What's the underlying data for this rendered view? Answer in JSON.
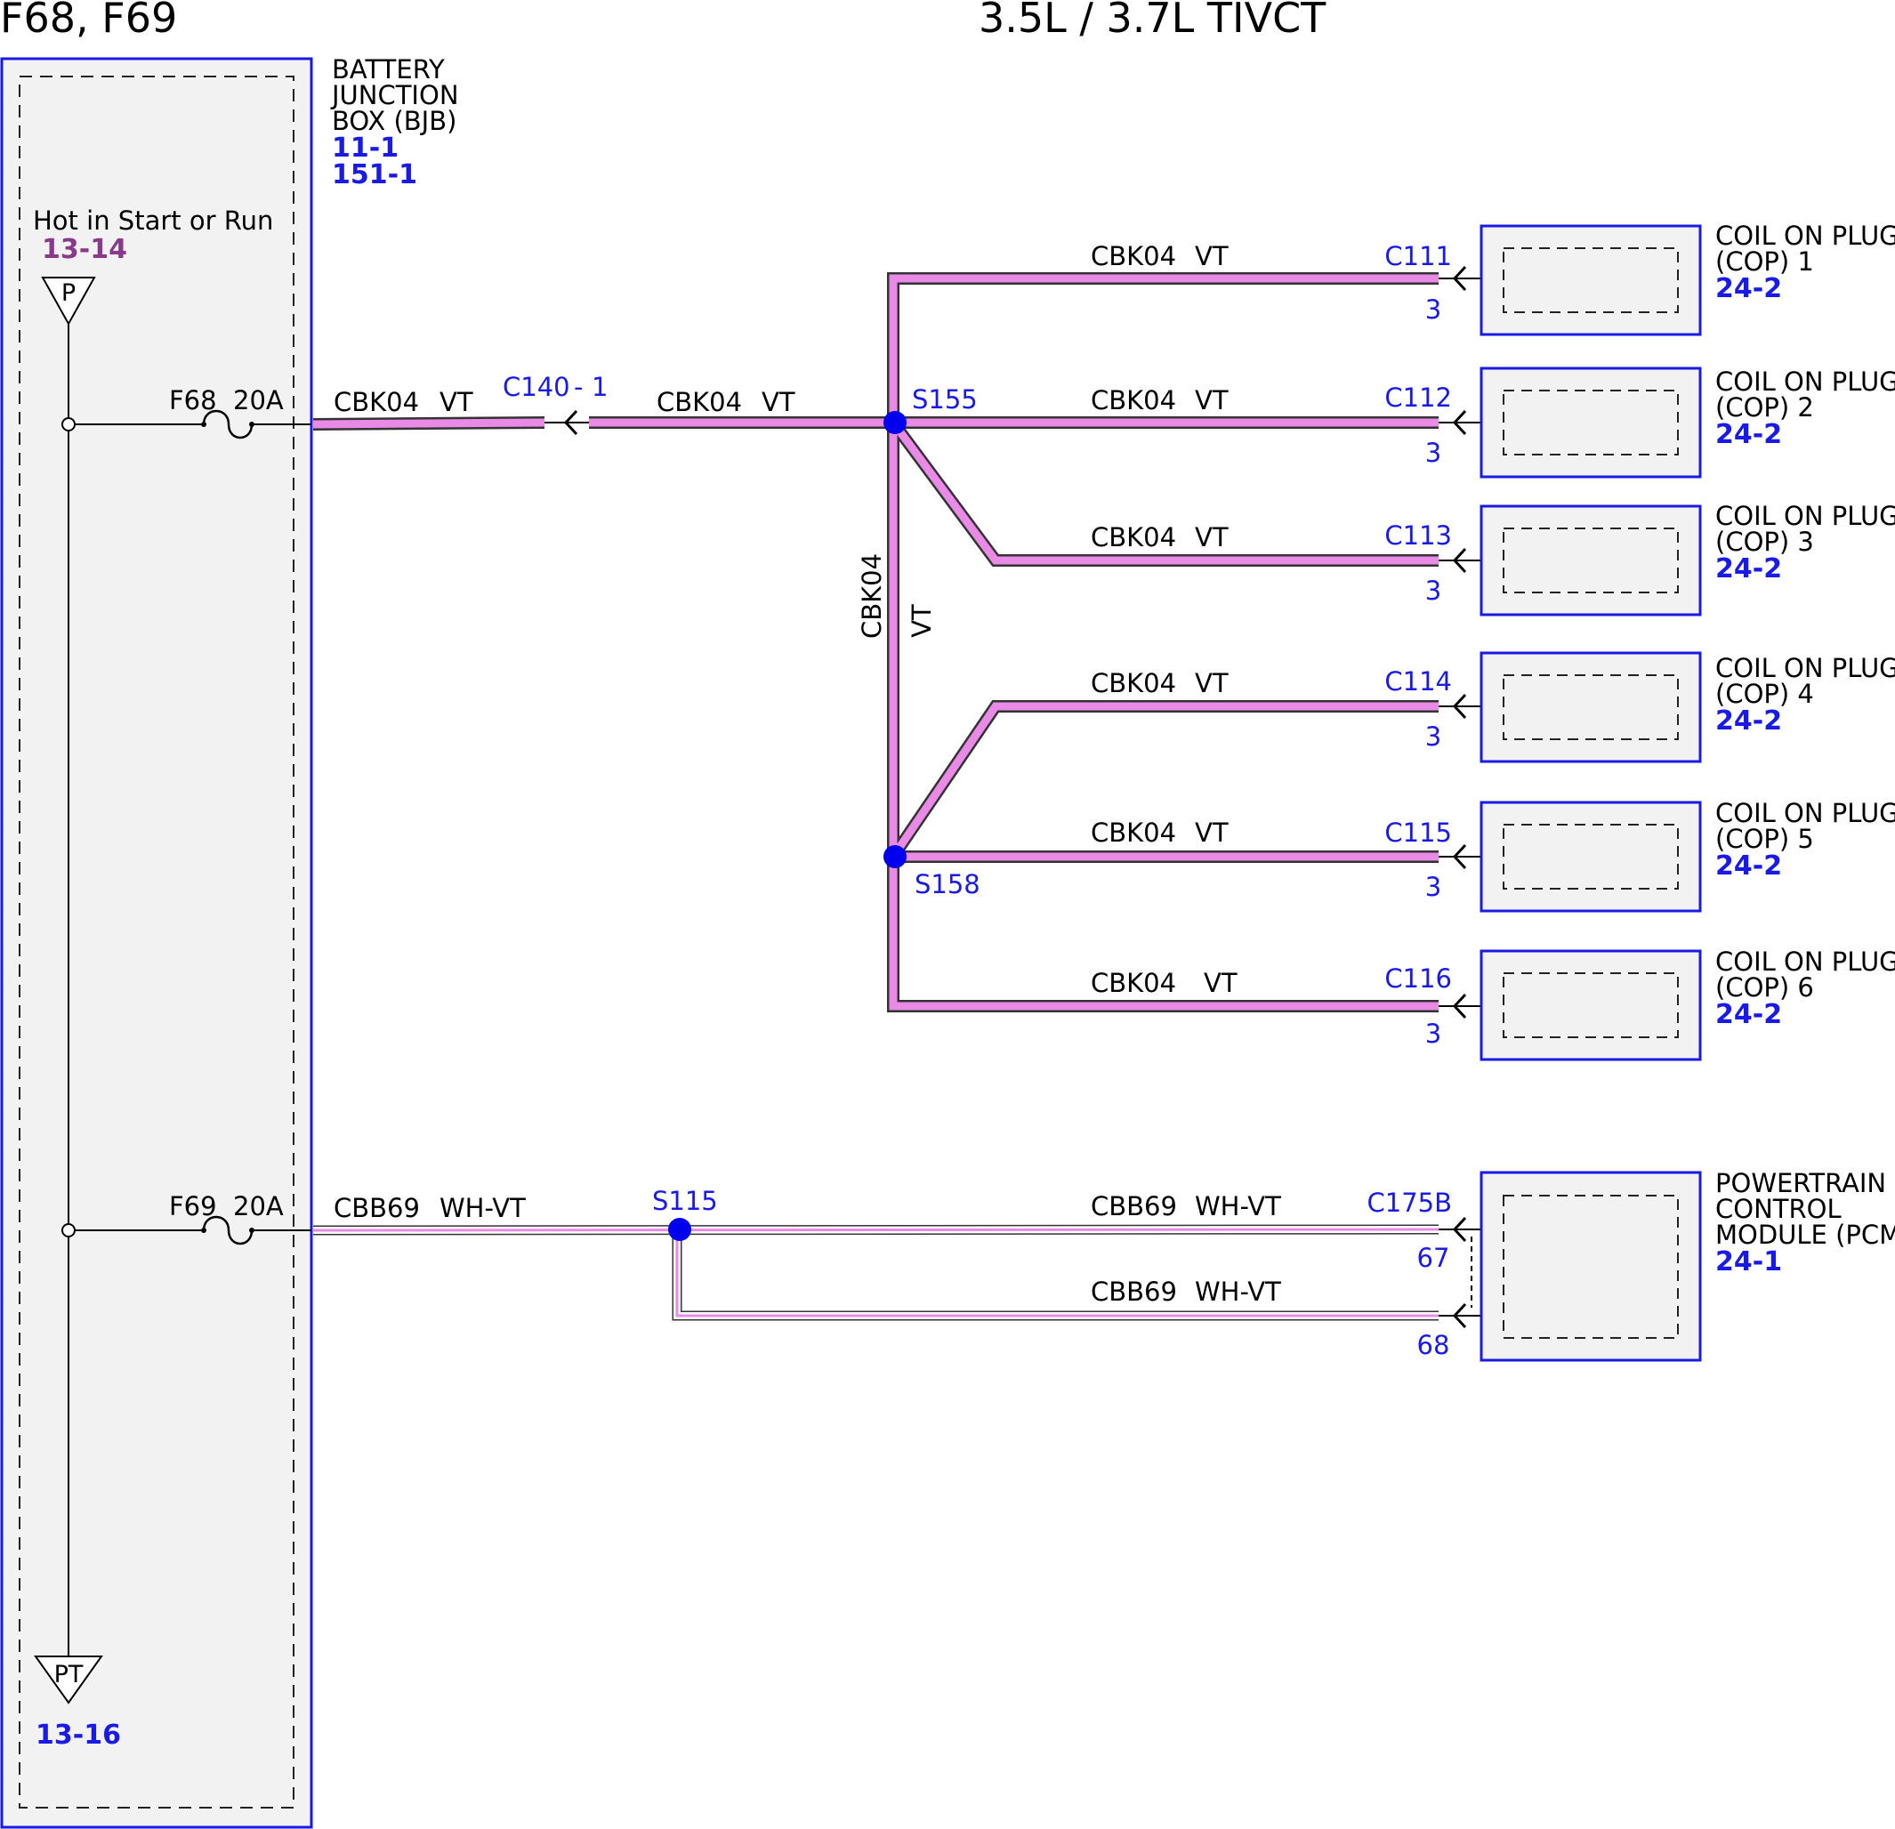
{
  "header": {
    "left_title": "F68, F69",
    "center_title": "3.5L / 3.7L TIVCT"
  },
  "bjb": {
    "name_lines": [
      "BATTERY",
      "JUNCTION",
      "BOX (BJB)"
    ],
    "refs": [
      "11-1",
      "151-1"
    ],
    "hot_label": "Hot in Start or Run",
    "hot_ref": "13-14",
    "top_symbol": "P",
    "bottom_symbol": "PT",
    "bottom_ref": "13-16",
    "fuses": [
      {
        "id": "F68",
        "rating": "20A"
      },
      {
        "id": "F69",
        "rating": "20A"
      }
    ]
  },
  "circuits": {
    "cbk04": "CBK04",
    "vt": "VT",
    "cbb69": "CBB69",
    "whvt": "WH-VT"
  },
  "connectors": {
    "c140": "C140",
    "c140_dash": "-",
    "c140_pin": "1"
  },
  "splices": {
    "s155": "S155",
    "s158": "S158",
    "s115": "S115"
  },
  "coils": [
    {
      "connector": "C111",
      "pin": "3",
      "name1": "COIL ON PLUG",
      "name2": "(COP) 1",
      "ref": "24-2"
    },
    {
      "connector": "C112",
      "pin": "3",
      "name1": "COIL ON PLUG",
      "name2": "(COP) 2",
      "ref": "24-2"
    },
    {
      "connector": "C113",
      "pin": "3",
      "name1": "COIL ON PLUG",
      "name2": "(COP) 3",
      "ref": "24-2"
    },
    {
      "connector": "C114",
      "pin": "3",
      "name1": "COIL ON PLUG",
      "name2": "(COP) 4",
      "ref": "24-2"
    },
    {
      "connector": "C115",
      "pin": "3",
      "name1": "COIL ON PLUG",
      "name2": "(COP) 5",
      "ref": "24-2"
    },
    {
      "connector": "C116",
      "pin": "3",
      "name1": "COIL ON PLUG",
      "name2": "(COP) 6",
      "ref": "24-2"
    }
  ],
  "pcm": {
    "connector": "C175B",
    "pins": [
      "67",
      "68"
    ],
    "name_lines": [
      "POWERTRAIN",
      "CONTROL",
      "MODULE (PCM)"
    ],
    "ref": "24-1"
  },
  "colors": {
    "vt_wire": "#e88ae6",
    "wire_edge": "#333333",
    "splice": "#0000ee",
    "box_border": "#1a1ae6",
    "box_fill": "#f2f2f2",
    "label_blue": "#1a1ae6",
    "label_purple": "#8a3a8a"
  }
}
